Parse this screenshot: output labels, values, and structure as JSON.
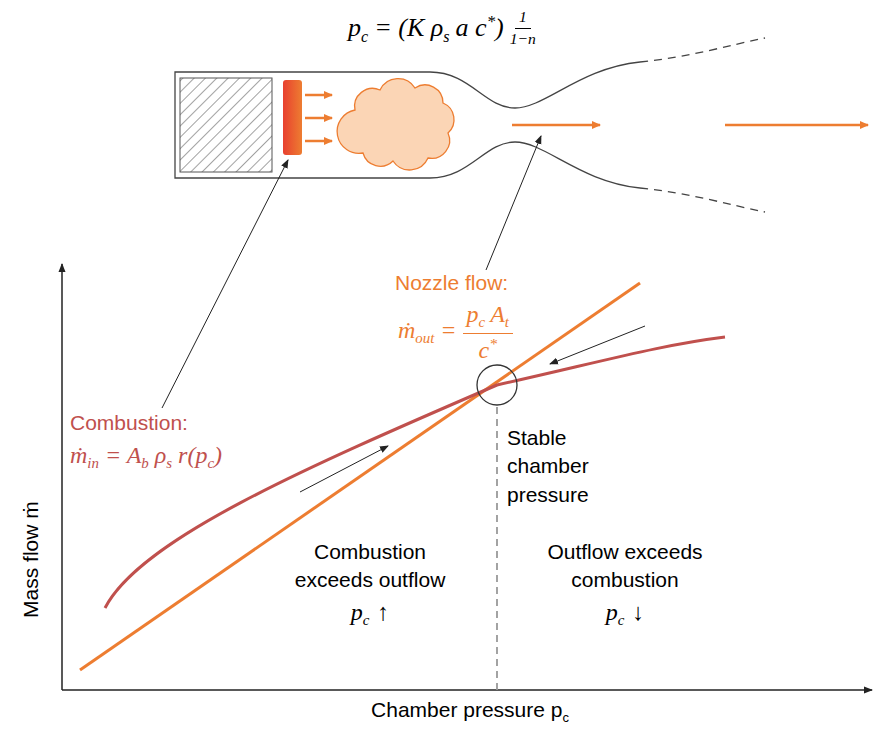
{
  "diagram": {
    "labels": [
      "p",
      "c",
      "= (K ρ",
      "s",
      "a c",
      "*",
      ")",
      "1",
      "1−n",
      "Nozzle flow:",
      "ṁ",
      "out",
      "=",
      "p",
      "c",
      "A",
      "t",
      "c",
      "*",
      "Combustion:",
      "ṁ",
      "in",
      "= A",
      "b",
      "ρ",
      "s",
      "r(p",
      "c",
      ")",
      "Stable chamber pressure",
      "Combustion exceeds outflow",
      "p",
      "c",
      "↑",
      "Outflow exceeds combustion",
      "p",
      "c",
      "↓",
      "Mass flow ṁ",
      "Chamber pressure p",
      "c"
    ]
  }
}
